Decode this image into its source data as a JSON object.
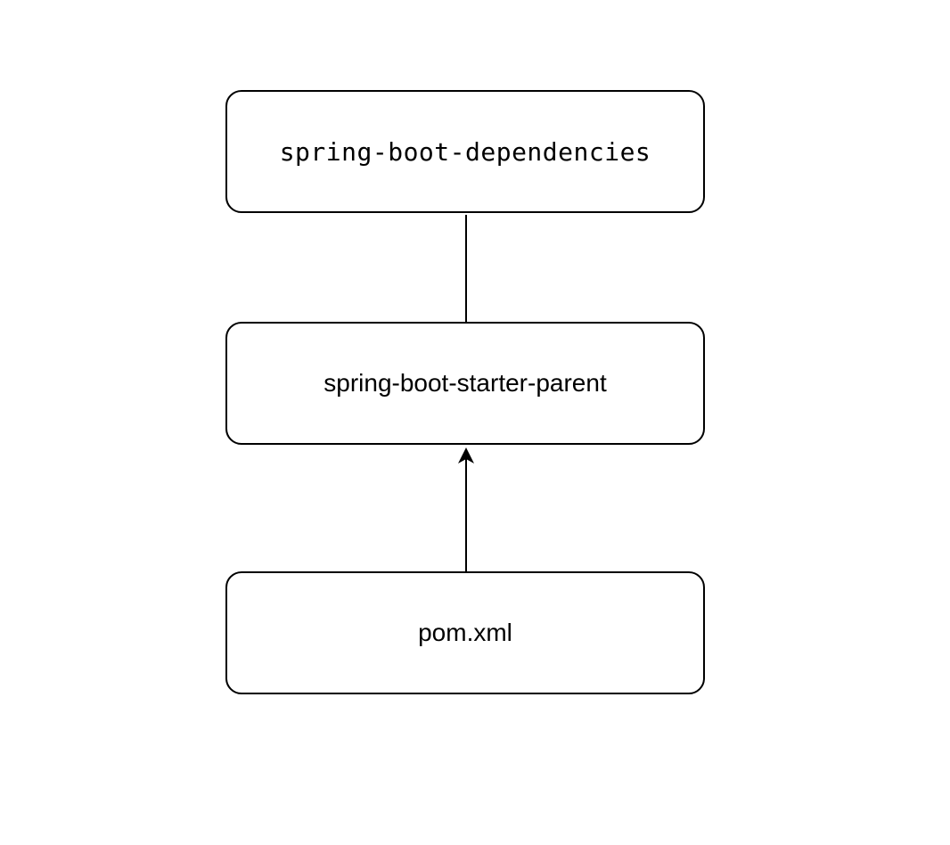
{
  "diagram": {
    "nodes": [
      {
        "id": "dependencies",
        "label": "spring-boot-dependencies"
      },
      {
        "id": "starter-parent",
        "label": "spring-boot-starter-parent"
      },
      {
        "id": "pom",
        "label": "pom.xml"
      }
    ],
    "edges": [
      {
        "from": "starter-parent",
        "to": "dependencies",
        "arrowhead": "none"
      },
      {
        "from": "pom",
        "to": "starter-parent",
        "arrowhead": "classic"
      }
    ],
    "colors": {
      "stroke": "#000000",
      "background": "#ffffff"
    }
  }
}
